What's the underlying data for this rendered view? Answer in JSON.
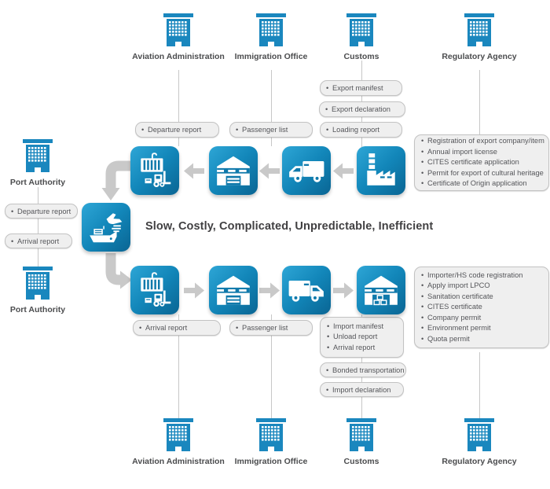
{
  "title": "Slow, Costly, Complicated, Unpredictable, Inefficient",
  "colors": {
    "brand_blue": "#1a87be",
    "tile_gradient_start": "#2ea6d6",
    "tile_gradient_end": "#0a6593",
    "arrow_gray": "#c9c9c9",
    "box_fill": "#efefef",
    "box_border": "#c2c2c2",
    "title_text": "#414042",
    "box_text": "#55565a"
  },
  "agencies": {
    "aviation_label": "Aviation Administration",
    "immigration_label": "Immigration Office",
    "customs_label": "Customs",
    "regulatory_label": "Regulatory Agency",
    "port_label": "Port Authority"
  },
  "export_documents": {
    "aviation": "Departure report",
    "immigration": "Passenger list",
    "customs": [
      "Export manifest",
      "Export declaration",
      "Loading report"
    ],
    "regulatory": [
      "Registration of export company/item",
      "Annual import license",
      "CITES certificate application",
      "Permit for export of cultural heritage",
      "Certificate of Origin application"
    ]
  },
  "port_documents": {
    "departure": "Departure report",
    "arrival": "Arrival report"
  },
  "import_documents": {
    "aviation": "Arrival report",
    "immigration": "Passenger list",
    "customs_group": [
      "Import manifest",
      "Unload report",
      "Arrival report"
    ],
    "customs_bonded": "Bonded transportation",
    "customs_declaration": "Import declaration",
    "regulatory": [
      "Importer/HS code registration",
      "Apply import LPCO",
      "Sanitation certificate",
      "CITES certificate",
      "Company permit",
      "Environment permit",
      "Quota permit"
    ]
  },
  "icons": {
    "building": "office-building-icon",
    "top_flow": [
      "container-forklift-icon",
      "warehouse-icon",
      "truck-icon",
      "factory-icon"
    ],
    "center": "ship-airplane-icon",
    "bottom_flow": [
      "container-forklift-icon",
      "warehouse-icon",
      "truck-icon",
      "warehouse-cargo-icon"
    ]
  }
}
